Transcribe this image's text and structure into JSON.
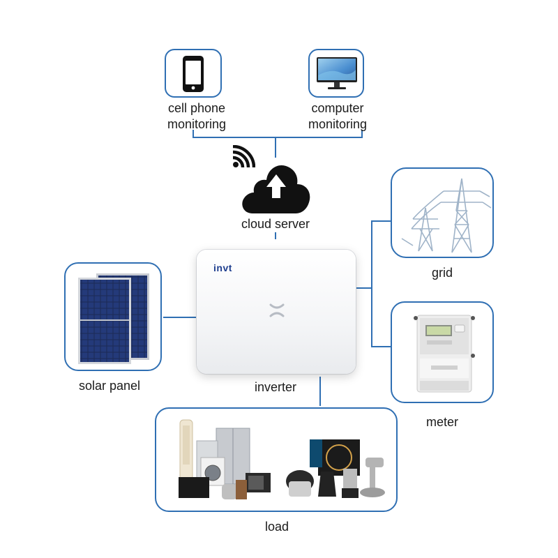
{
  "labels": {
    "cell_phone_line1": "cell phone",
    "cell_phone_line2": "monitoring",
    "computer_line1": "computer",
    "computer_line2": "monitoring",
    "cloud": "cloud server",
    "grid": "grid",
    "solar": "solar panel",
    "inverter": "inverter",
    "meter": "meter",
    "load": "load"
  },
  "inverter_brand": "invt",
  "colors": {
    "connector": "#2f6fb3",
    "brand": "#1f3f8f",
    "cloud": "#111111"
  },
  "icons": [
    "phone-icon",
    "monitor-icon",
    "wifi-icon",
    "cloud-upload-icon",
    "pylon-icon",
    "solar-panel-icon",
    "inverter-image",
    "electric-meter-icon",
    "appliances-image"
  ]
}
